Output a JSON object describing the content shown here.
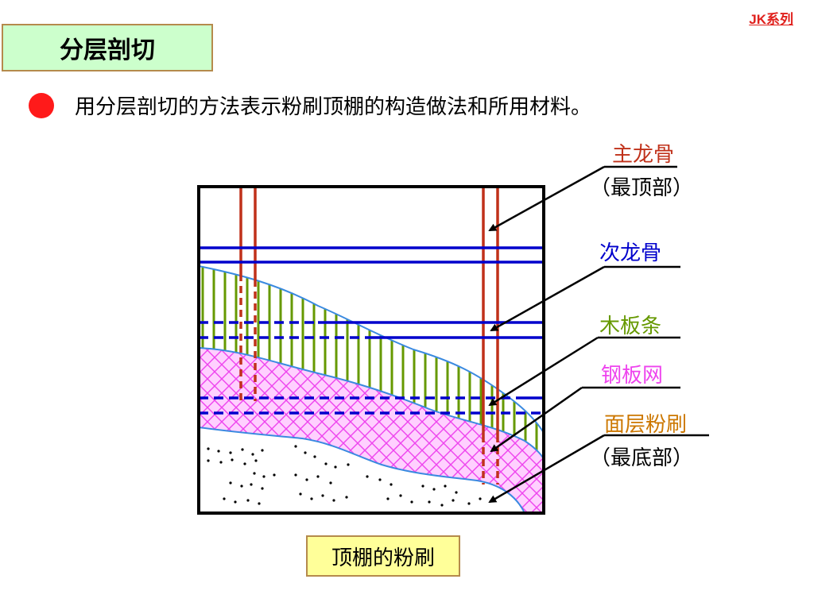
{
  "header": {
    "series_tag": "JK系列",
    "title": "分层剖切"
  },
  "bullet": {
    "text": "用分层剖切的方法表示粉刷顶棚的构造做法和所用材料。"
  },
  "labels": {
    "main_keel": "主龙骨",
    "main_keel_note": "（最顶部）",
    "secondary_keel": "次龙骨",
    "wood_strip": "木板条",
    "steel_mesh": "钢板网",
    "surface_plaster": "面层粉刷",
    "surface_plaster_note": "（最底部）"
  },
  "caption": "顶棚的粉刷",
  "colors": {
    "main_keel": "#c0311a",
    "secondary_keel": "#0000cc",
    "wood_strip": "#669900",
    "steel_mesh": "#ee44ee",
    "surface_plaster": "#cc7700",
    "bullet": "#ff1a1a",
    "title_bg": "#ccffcc",
    "caption_bg": "#ffff99"
  }
}
